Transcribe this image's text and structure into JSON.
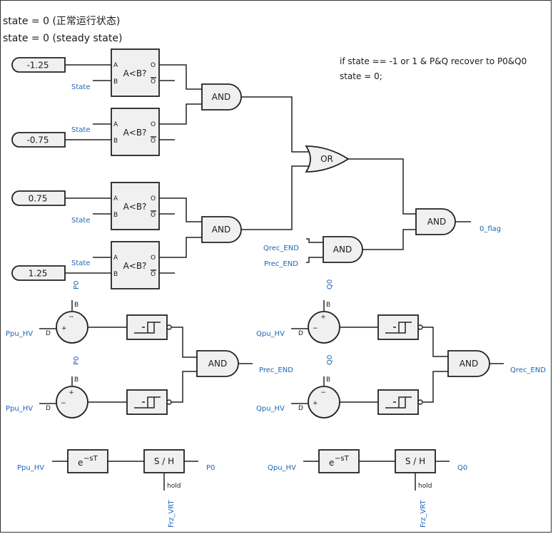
{
  "header": {
    "line1": "state = 0 (正常运行状态)",
    "line2": "state = 0 (steady state)"
  },
  "comment": {
    "line1": "if state == -1 or 1 & P&Q recover to P0&Q0",
    "line2": "state = 0;"
  },
  "constants": [
    "-1.25",
    "-0.75",
    "0.75",
    "1.25"
  ],
  "comparator": {
    "label": "A<B?",
    "pin_a": "A",
    "pin_b": "B",
    "pin_o": "O",
    "pin_obar": "O"
  },
  "gates": {
    "and": "AND",
    "or": "OR"
  },
  "signals": {
    "state": "State",
    "qrec_end": "Qrec_END",
    "prec_end": "Prec_END",
    "flag": "0_flag",
    "ppu_hv": "Ppu_HV",
    "qpu_hv": "Qpu_HV",
    "p0": "P0",
    "q0": "Q0",
    "frz_vrt": "Frz_VRT",
    "hold": "hold"
  },
  "summer": {
    "pin_b": "B",
    "pin_d": "D",
    "minus": "−",
    "plus": "+"
  },
  "delay_block": {
    "base": "e",
    "exponent": "−sT"
  },
  "sample_hold": {
    "label": "S / H"
  }
}
